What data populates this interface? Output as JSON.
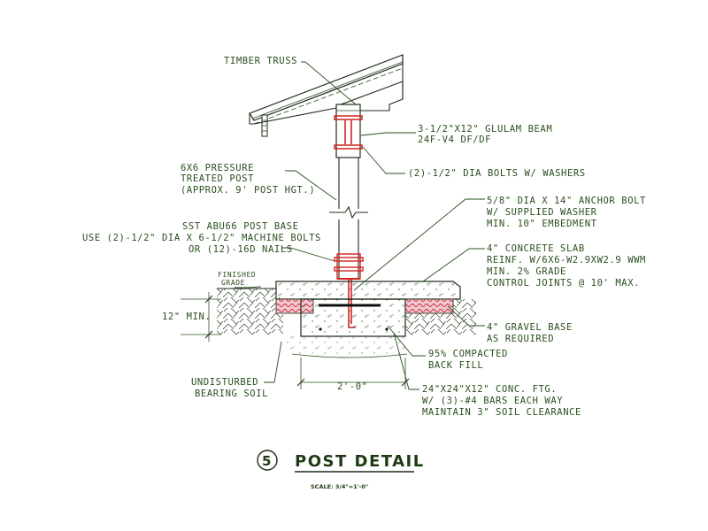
{
  "labels": {
    "timber_truss": "TIMBER TRUSS",
    "glulam_1": "3-1/2\"X12\" GLULAM BEAM",
    "glulam_2": "24F-V4 DF/DF",
    "bolts": "(2)-1/2\" DIA BOLTS W/ WASHERS",
    "post_1": "6X6 PRESSURE",
    "post_2": "TREATED POST",
    "post_3": "(APPROX. 9' POST HGT.)",
    "anchor_1": "5/8\" DIA X 14\" ANCHOR BOLT",
    "anchor_2": "W/ SUPPLIED WASHER",
    "anchor_3": "MIN. 10\" EMBEDMENT",
    "base_1": "SST ABU66 POST BASE",
    "base_2": "USE (2)-1/2\" DIA X 6-1/2\" MACHINE BOLTS",
    "base_3": "OR (12)-16D NAILS",
    "slab_1": "4\" CONCRETE SLAB",
    "slab_2": "REINF. W/6X6-W2.9XW2.9 WWM",
    "slab_3": "MIN. 2% GRADE",
    "slab_4": "CONTROL JOINTS @ 10' MAX.",
    "grade_1": "FINISHED",
    "grade_2": "GRADE",
    "depth": "12\" MIN.",
    "gravel_1": "4\" GRAVEL BASE",
    "gravel_2": "AS REQUIRED",
    "backfill_1": "95% COMPACTED",
    "backfill_2": "BACK FILL",
    "soil_1": "UNDISTURBED",
    "soil_2": "BEARING SOIL",
    "footing_dim": "2'-0\"",
    "footing_1": "24\"X24\"X12\" CONC. FTG.",
    "footing_2": "W/ (3)-#4 BARS EACH WAY",
    "footing_3": "MAINTAIN 3\" SOIL CLEARANCE"
  },
  "title": {
    "number": "5",
    "text": "POST DETAIL",
    "scale": "SCALE: 3/4\"=1'-0\""
  },
  "colors": {
    "linework": "#1f2d1a",
    "annotation": "#2a4f1f",
    "hardware": "#d0231f",
    "gravel": "#e07080"
  }
}
